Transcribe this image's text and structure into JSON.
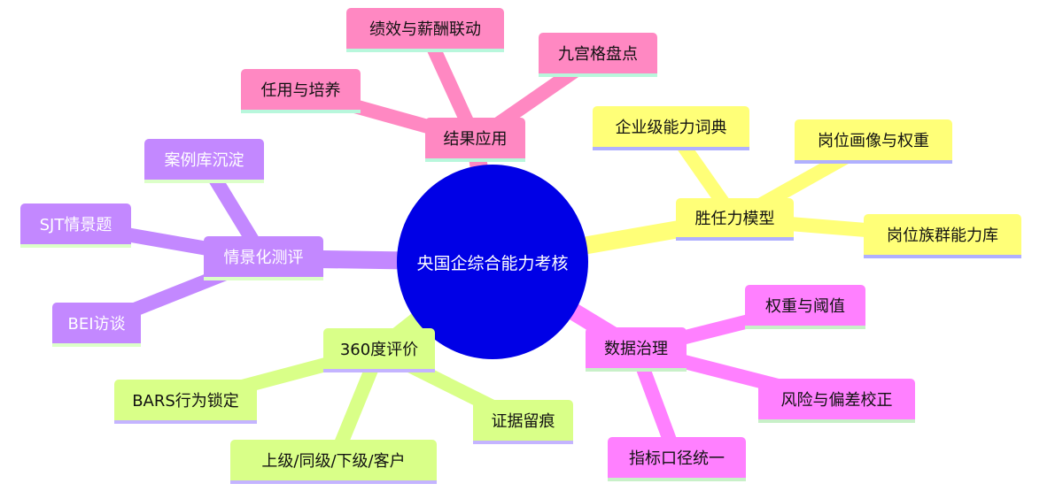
{
  "root": {
    "label": "央国企综合能力考核",
    "color": "#0000e6"
  },
  "branches": [
    {
      "label": "结果应用",
      "color": "#ff88c2",
      "underline": "#b8f7dc",
      "text_color": "#111111",
      "children": [
        "绩效与薪酬联动",
        "九宫格盘点",
        "任用与培养"
      ]
    },
    {
      "label": "胜任力模型",
      "color": "#ffff78",
      "underline": "#b0b0ff",
      "text_color": "#111111",
      "children": [
        "企业级能力词典",
        "岗位画像与权重",
        "岗位族群能力库"
      ]
    },
    {
      "label": "数据治理",
      "color": "#ff80ff",
      "underline": "#c8f0c8",
      "text_color": "#111111",
      "children": [
        "权重与阈值",
        "风险与偏差校正",
        "指标口径统一"
      ]
    },
    {
      "label": "360度评价",
      "color": "#d9ff88",
      "underline": "#c4b4ff",
      "text_color": "#111111",
      "children": [
        "BARS行为锁定",
        "上级/同级/下级/客户",
        "证据留痕"
      ]
    },
    {
      "label": "情景化测评",
      "color": "#c388ff",
      "underline": "#dcffc8",
      "text_color": "#ffffff",
      "children": [
        "案例库沉淀",
        "SJT情景题",
        "BEI访谈"
      ]
    }
  ]
}
